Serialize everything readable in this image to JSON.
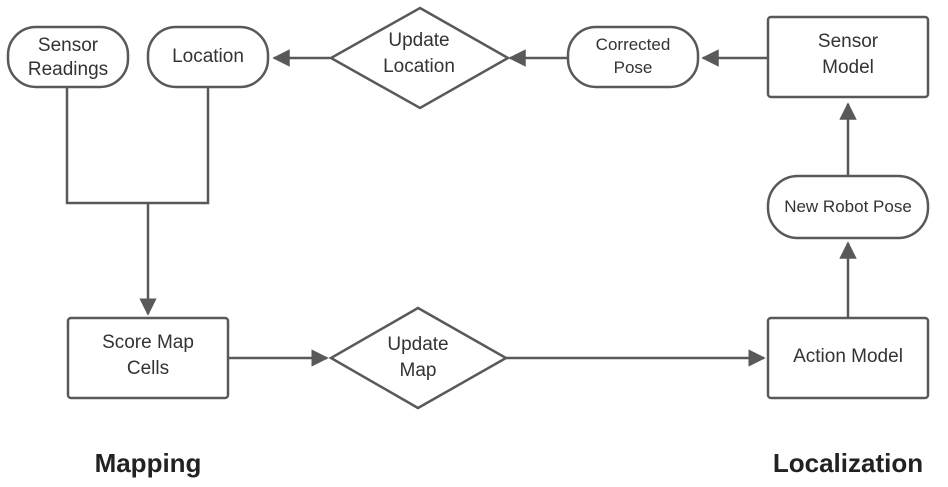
{
  "nodes": {
    "sensor_readings": [
      "Sensor",
      "Readings"
    ],
    "location": [
      "Location"
    ],
    "update_location": [
      "Update",
      "Location"
    ],
    "corrected_pose": [
      "Corrected",
      "Pose"
    ],
    "sensor_model": [
      "Sensor",
      "Model"
    ],
    "new_robot_pose": [
      "New Robot Pose"
    ],
    "score_map_cells": [
      "Score Map",
      "Cells"
    ],
    "update_map": [
      "Update",
      "Map"
    ],
    "action_model": [
      "Action Model"
    ]
  },
  "sections": {
    "mapping": "Mapping",
    "localization": "Localization"
  },
  "colors": {
    "stroke": "#595959",
    "text": "#333333",
    "background": "#ffffff"
  }
}
